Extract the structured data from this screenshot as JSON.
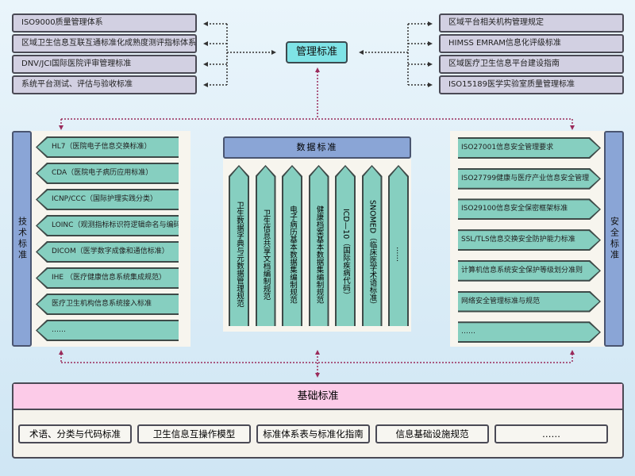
{
  "management": {
    "title": "管理标准",
    "left_items": [
      "ISO9000质量管理体系",
      "区域卫生信息互联互通标准化成熟度测评指标体系",
      "DNV/JCI国际医院评审管理标准",
      "系统平台测试、评估与验收标准"
    ],
    "right_items": [
      "区域平台相关机构管理规定",
      "HIMSS EMRAM信息化评级标准",
      "区域医疗卫生信息平台建设指南",
      "ISO15189医学实验室质量管理标准"
    ]
  },
  "technical": {
    "title": "技术标准",
    "items": [
      "HL7（医院电子信息交换标准）",
      "CDA（医院电子病历应用标准）",
      "ICNP/CCC（国际护理实践分类）",
      "LOINC（观测指标标识符逻辑命名与编码系统）",
      "DICOM（医学数字成像和通信标准）",
      "IHE （医疗健康信息系统集成规范）",
      "医疗卫生机构信息系统接入标准",
      "……"
    ]
  },
  "data_standards": {
    "title": "数据标准",
    "items": [
      "卫生数据字典与元数据管理规范",
      "卫生信息共享文档编制规范",
      "电子病历基本数据集编制规范",
      "健康档案基本数据集编制规范",
      "ICD—10（国际疾病代码）",
      "SNOMED（临床医学术语标准）",
      "……"
    ]
  },
  "security": {
    "title": "安全标准",
    "items": [
      "ISO27001信息安全管理要求",
      "ISO27799健康与医疗产业信息安全管理",
      "ISO29100信息安全保密框架标准",
      "SSL/TLS信息交换安全防护能力标准",
      "计算机信息系统安全保护等级划分准则",
      "网络安全管理标准与规范",
      "……"
    ]
  },
  "foundation": {
    "title": "基础标准",
    "items": [
      "术语、分类与代码标准",
      "卫生信息互操作模型",
      "标准体系表与标准化指南",
      "信息基础设施规范",
      "……"
    ]
  },
  "colors": {
    "management_box": "#d2d0e2",
    "management_title": "#7fe3e6",
    "category_bar": "#8aa5d6",
    "item_fill": "#86cfc0",
    "foundation_header": "#fccbe8",
    "connector_dark": "#333333",
    "connector_red": "#9a2a5a"
  }
}
